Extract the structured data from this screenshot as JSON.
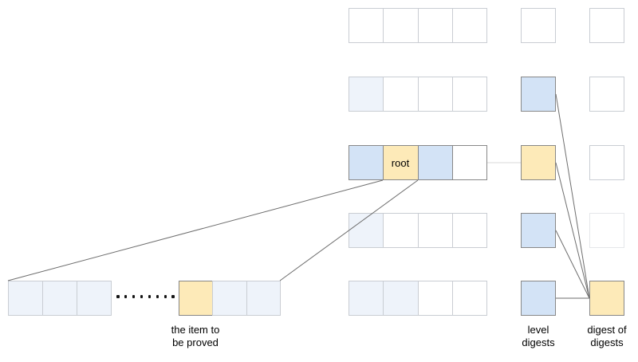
{
  "diagram": {
    "colors": {
      "blue": "#d3e3f6",
      "yellow": "#fdeab8",
      "tint": "#eef3fa",
      "white": "#ffffff",
      "border_light": "#c9cdd3",
      "border_faint": "#e5e7ea",
      "border_dark": "#888888",
      "line": "#6e6e6e",
      "line_light": "#d9d9d9",
      "text": "#000000"
    },
    "main_rows": [
      {
        "cells": [
          "white",
          "white",
          "white",
          "white"
        ],
        "emphasis": false
      },
      {
        "cells": [
          "tint",
          "white",
          "white",
          "white"
        ],
        "emphasis": false
      },
      {
        "cells": [
          "blue",
          "root",
          "blue",
          "white"
        ],
        "emphasis": true
      },
      {
        "cells": [
          "tint",
          "white",
          "white",
          "white"
        ],
        "emphasis": false
      },
      {
        "cells": [
          "tint",
          "tint",
          "white",
          "white"
        ],
        "emphasis": false
      }
    ],
    "level_digest_column": [
      "white",
      "blue",
      "yellow",
      "blue",
      "blue"
    ],
    "digest_of_digests_column": [
      "white",
      "white",
      "white",
      "white_faint",
      "yellow"
    ],
    "bottom_row": {
      "group_a": [
        "tint",
        "tint",
        "tint"
      ],
      "group_b": [
        "item",
        "tint",
        "tint"
      ],
      "ellipsis_dot_count": 8
    },
    "connections": [
      {
        "from": "root-row",
        "to": "level-digest-row3"
      },
      {
        "from": "root-cell",
        "to": "item-row-left"
      },
      {
        "from": "root-cell",
        "to": "item-row-right"
      },
      {
        "from": "level-digest-row2",
        "to": "digest-of-digests"
      },
      {
        "from": "level-digest-row3",
        "to": "digest-of-digests"
      },
      {
        "from": "level-digest-row4",
        "to": "digest-of-digests"
      },
      {
        "from": "level-digest-row5",
        "to": "digest-of-digests"
      }
    ]
  },
  "labels": {
    "root": "root",
    "item_line1": "the item to",
    "item_line2": "be proved",
    "level_line1": "level",
    "level_line2": "digests",
    "digest_line1": "digest of",
    "digest_line2": "digests"
  }
}
